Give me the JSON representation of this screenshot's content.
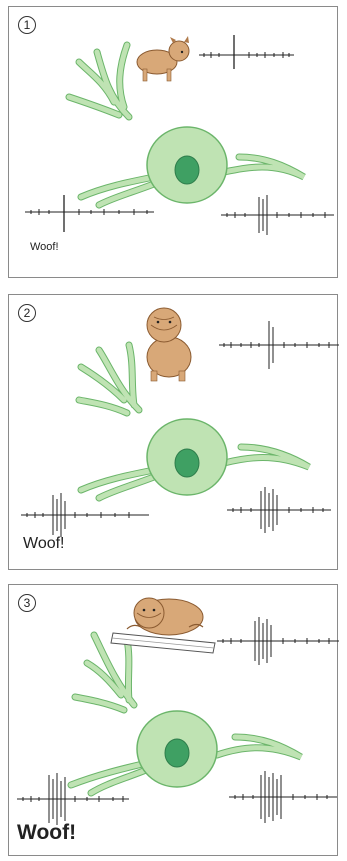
{
  "panels": [
    {
      "number": "1",
      "woof": "Woof!",
      "dog_icon": "small-dog-icon",
      "spike_level": 1
    },
    {
      "number": "2",
      "woof": "Woof!",
      "dog_icon": "bulldog-icon",
      "spike_level": 2
    },
    {
      "number": "3",
      "woof": "Woof!",
      "dog_icon": "dog-behind-fence-icon",
      "spike_level": 3
    }
  ],
  "colors": {
    "neuron_fill": "#bfe3b3",
    "neuron_stroke": "#6bb56a",
    "nucleus": "#3fa063",
    "dog_fur": "#d8a878",
    "trace": "#222222",
    "panel_border": "#8a8a8a"
  }
}
